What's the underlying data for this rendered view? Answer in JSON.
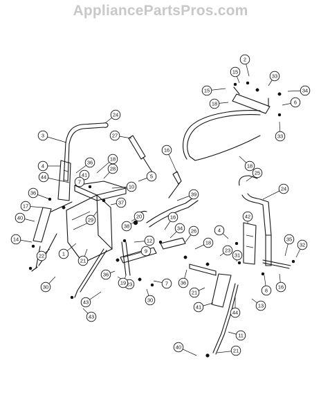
{
  "watermark": "AppliancePartsPros.com",
  "callouts": [
    "24",
    "3",
    "27",
    "36",
    "18",
    "4",
    "44",
    "41",
    "7",
    "28",
    "5",
    "10",
    "37",
    "36",
    "17",
    "29",
    "39",
    "40",
    "20",
    "38",
    "14",
    "22",
    "1",
    "12",
    "9",
    "30",
    "43",
    "21",
    "36",
    "23",
    "19",
    "43",
    "30",
    "7",
    "16",
    "25",
    "24",
    "2",
    "15",
    "33",
    "34",
    "15",
    "18",
    "6",
    "33",
    "18",
    "42",
    "4",
    "16",
    "34",
    "26",
    "18",
    "23",
    "36",
    "21",
    "41",
    "44",
    "31",
    "13",
    "8",
    "16",
    "35",
    "32",
    "11",
    "40",
    "21",
    "14"
  ]
}
